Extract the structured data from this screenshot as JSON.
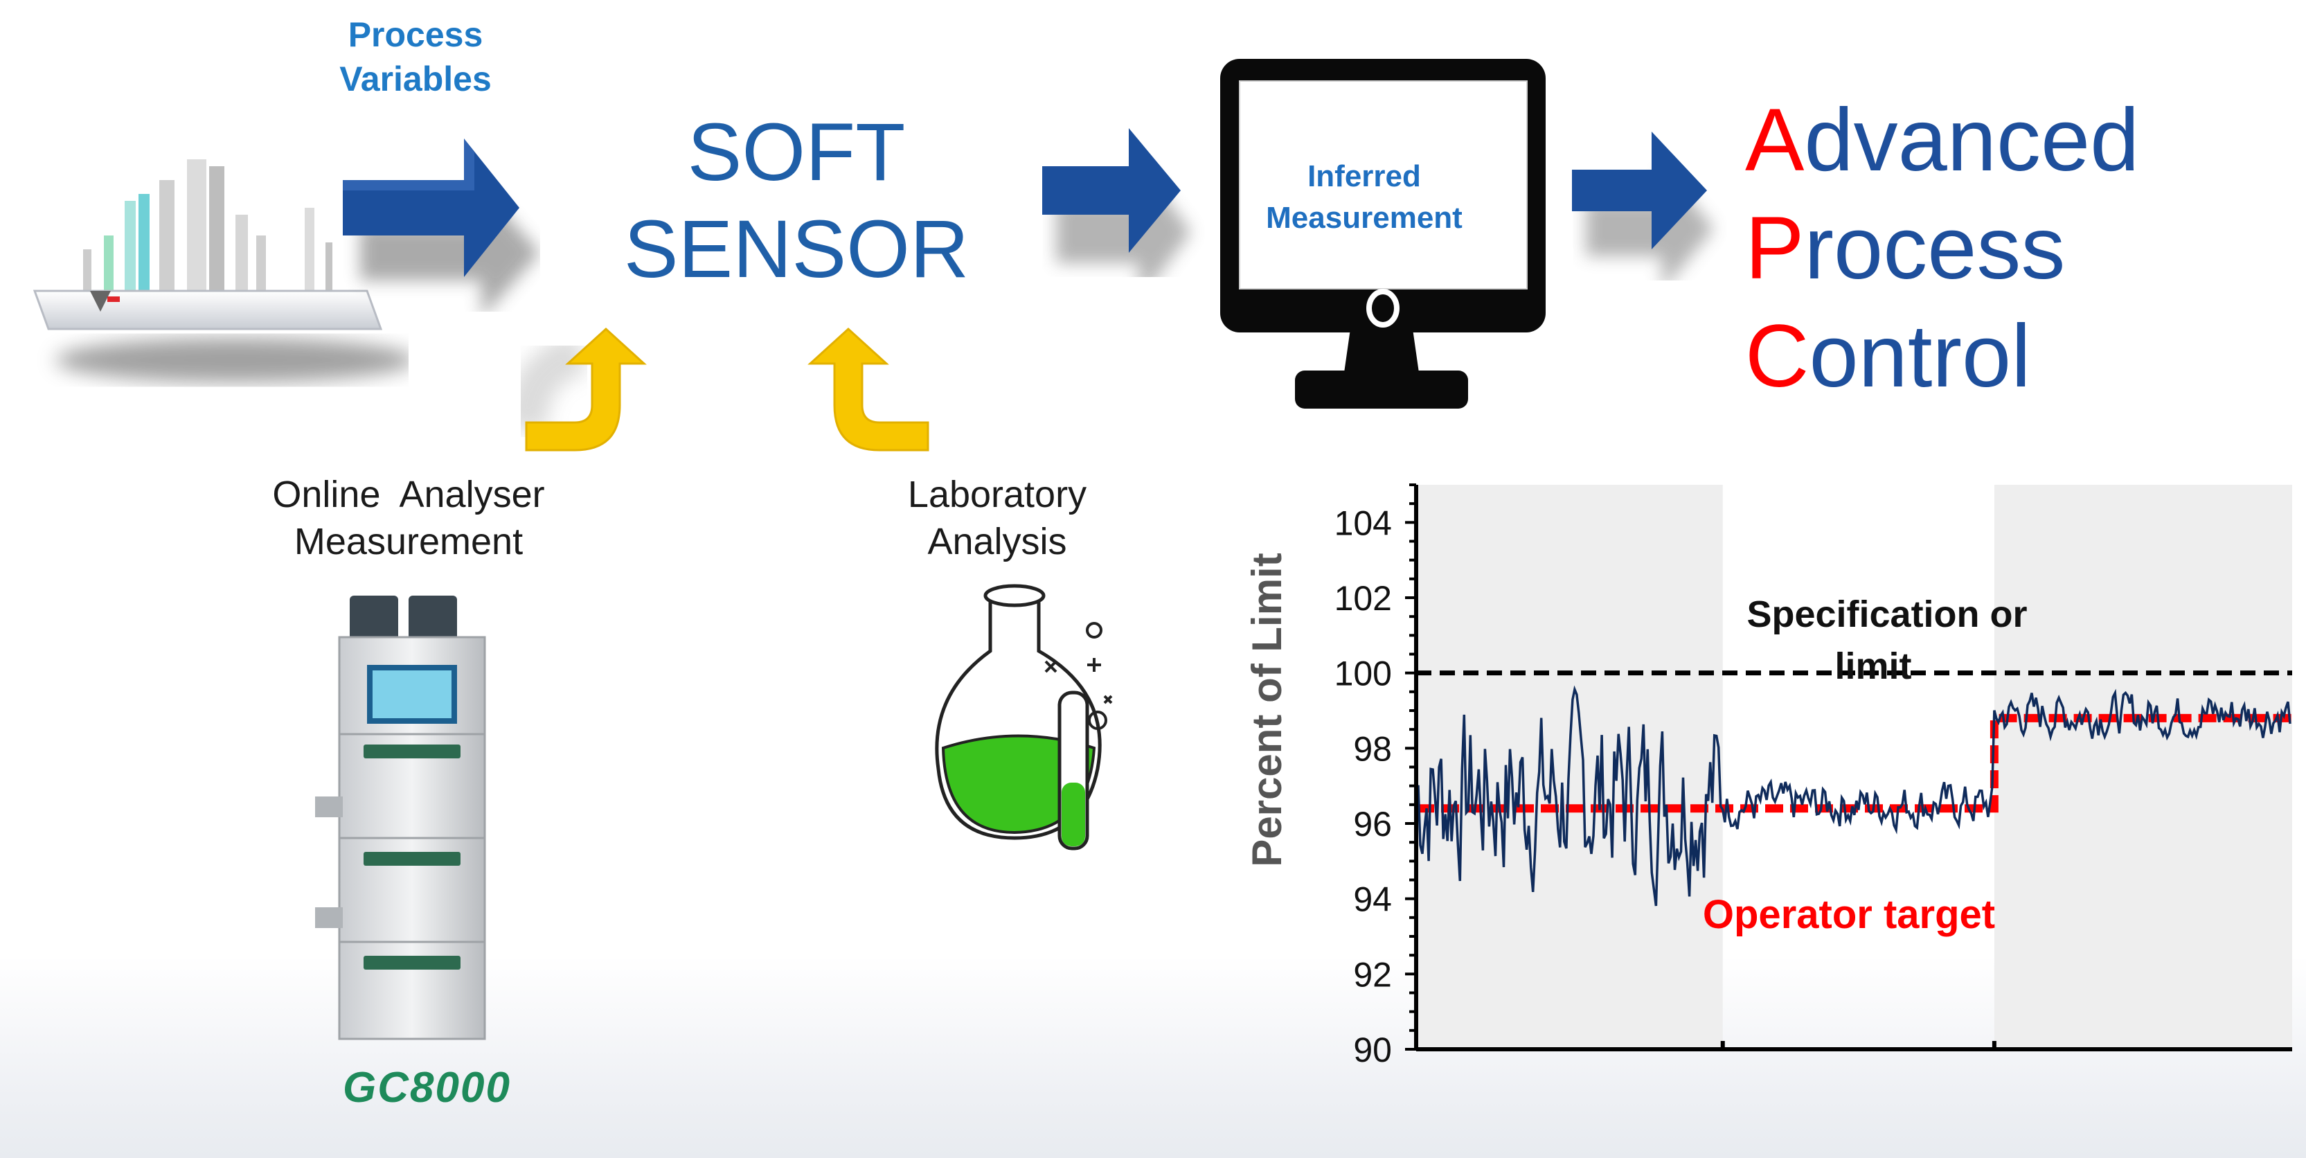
{
  "process_variables": {
    "label_line1": "Process",
    "label_line2": "Variables"
  },
  "soft_sensor": {
    "line1": "SOFT",
    "line2": "SENSOR"
  },
  "monitor": {
    "line1": "Inferred",
    "line2": "Measurement"
  },
  "apc": {
    "line1_cap": "A",
    "line1_rest": "dvanced",
    "line2_cap": "P",
    "line2_rest": "rocess",
    "line3_cap": "C",
    "line3_rest": "ontrol",
    "cap_color": "#ff0000",
    "text_color": "#1e4f9c"
  },
  "online_analyser": {
    "line1": "Online  Analyser",
    "line2": "Measurement",
    "device_brand": "GC8000"
  },
  "laboratory": {
    "line1": "Laboratory",
    "line2": "Analysis"
  },
  "colors": {
    "arrow_blue": "#1c4f9c",
    "arrow_yellow": "#f7c600",
    "flask_liquid": "#3ac21d"
  },
  "chart_data": {
    "type": "line",
    "ylabel": "Percent of Limit",
    "ylim": [
      90,
      105
    ],
    "yticks": [
      "104",
      "102",
      "100",
      "98",
      "96",
      "94",
      "92",
      "90"
    ],
    "ytick_values": [
      104,
      102,
      100,
      98,
      96,
      94,
      92,
      90
    ],
    "specification_limit": 100,
    "specification_label_line1": "Specification or",
    "specification_label_line2": "limit",
    "operator_target_label": "Operator target",
    "operator_target": [
      {
        "x_start": 0,
        "x_end": 0.66,
        "value": 96.4
      },
      {
        "x_start": 0.66,
        "x_end": 1,
        "value": 98.8
      }
    ],
    "shaded_regions": [
      [
        0,
        0.35
      ],
      [
        0.66,
        1
      ]
    ],
    "series": [
      {
        "segments": [
          {
            "x_start": 0,
            "x_end": 0.35,
            "mean": 96.8,
            "amplitude": 2.4
          },
          {
            "x_start": 0.35,
            "x_end": 0.66,
            "mean": 96.5,
            "amplitude": 0.6
          },
          {
            "x_start": 0.66,
            "x_end": 1,
            "mean": 98.9,
            "amplitude": 0.6
          }
        ]
      }
    ],
    "colors": {
      "series": "#0f2b5b",
      "target": "#ff0000",
      "limit": "#000000",
      "shade": "#eeeeee"
    }
  }
}
